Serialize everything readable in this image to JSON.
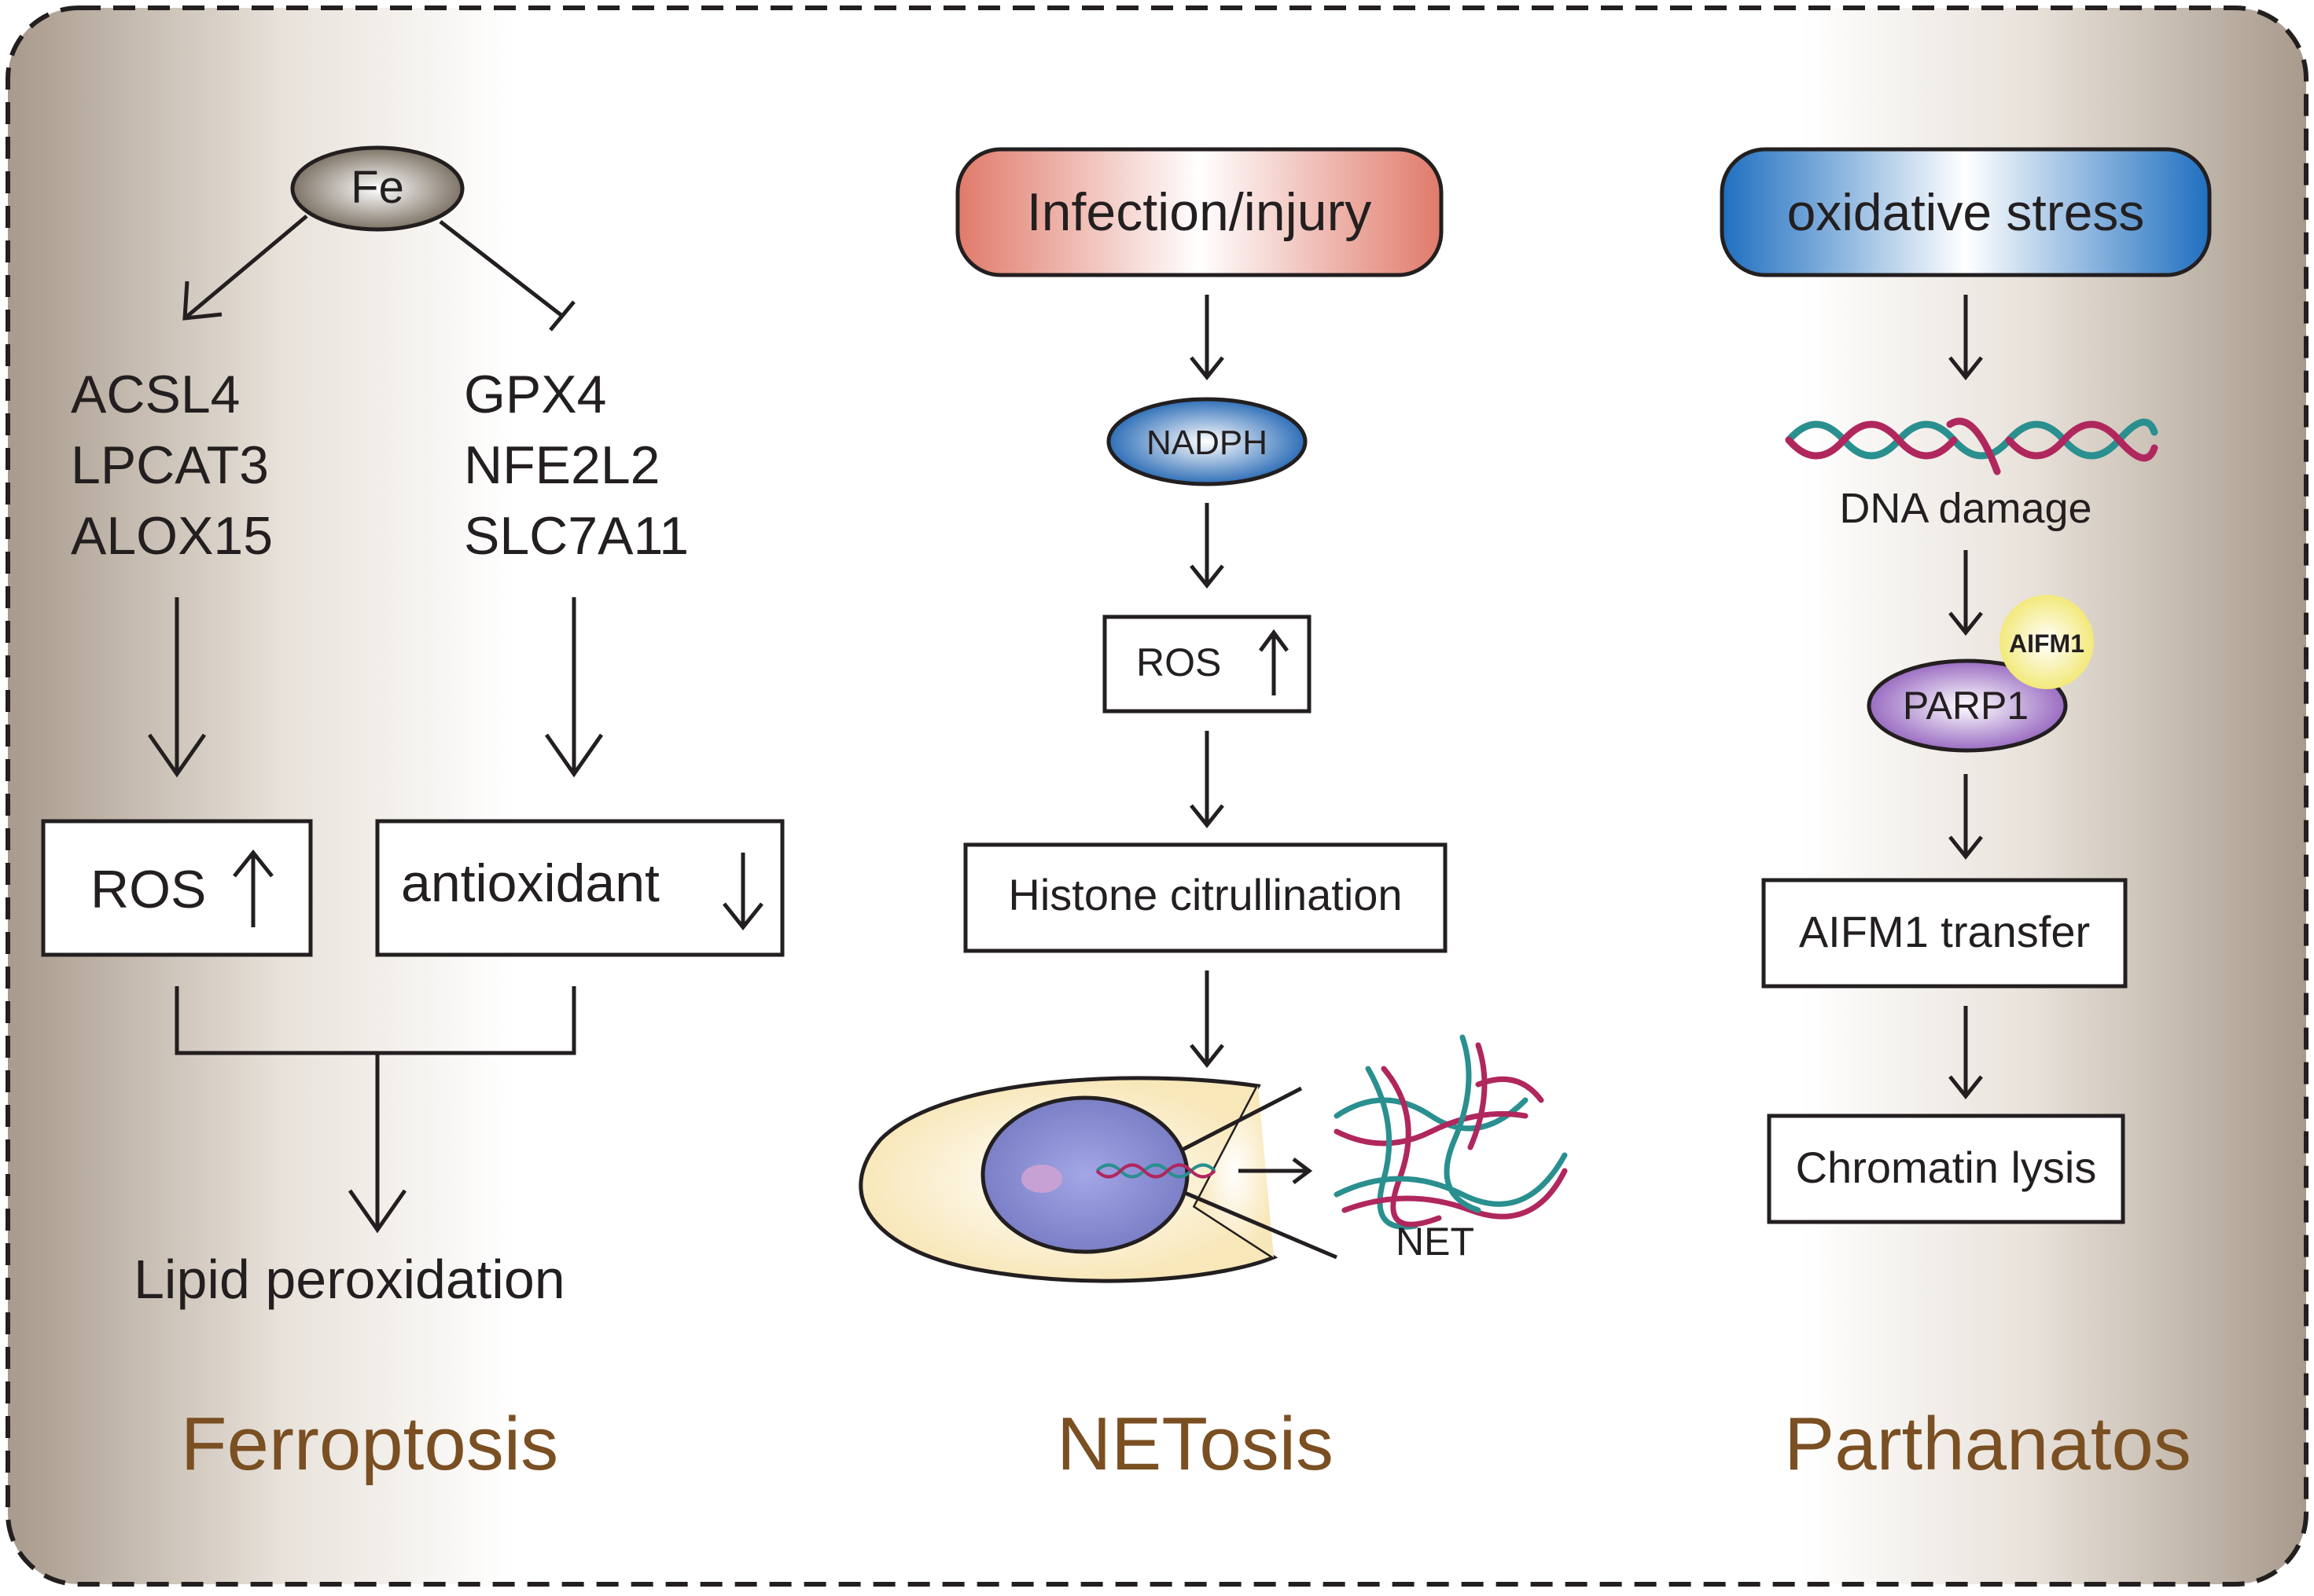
{
  "colors": {
    "frame_tan": "#a89a8c",
    "arrow": "#231f20",
    "panel_title": "#7a4f22",
    "fe_oval": "#7e7466",
    "infection_red": "#e07a6a",
    "stress_blue": "#1f6fc0",
    "nadph_blue": "#2f6fb8",
    "parp1_purple": "#9a6cc2",
    "aifm1_yellow": "#f3e97a",
    "cell_cream": "#f8e7b9",
    "nucleus_purple": "#7b7fc6",
    "dna_teal": "#2a8f8f",
    "dna_magenta": "#b0275e"
  },
  "ferroptosis": {
    "title": "Ferroptosis",
    "fe_label": "Fe",
    "promoters": [
      "ACSL4",
      "LPCAT3",
      "ALOX15"
    ],
    "inhibitors": [
      "GPX4",
      "NFE2L2",
      "SLC7A11"
    ],
    "ros_label": "ROS",
    "antioxidant_label": "antioxidant",
    "outcome": "Lipid peroxidation"
  },
  "netosis": {
    "title": "NETosis",
    "trigger": "Infection/injury",
    "nadph": "NADPH",
    "ros_label": "ROS",
    "histone": "Histone citrullination",
    "net_label": "NET"
  },
  "parthanatos": {
    "title": "Parthanatos",
    "trigger": "oxidative stress",
    "dna_damage": "DNA damage",
    "parp1": "PARP1",
    "aifm1_badge": "AIFM1",
    "aifm1_transfer": "AIFM1 transfer",
    "chromatin": "Chromatin lysis"
  }
}
